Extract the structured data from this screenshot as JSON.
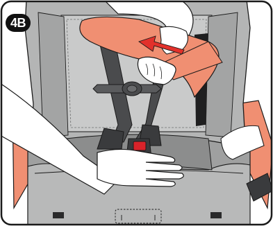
{
  "step": {
    "label": "4B"
  },
  "colors": {
    "frame_border": "#1a1a1a",
    "seat_shell": "#b4b5b5",
    "seat_shell_light": "#d6d6d6",
    "seat_shell_dark": "#8f9090",
    "seat_pad": "#9fa0a0",
    "harness_strap": "#4a4b4d",
    "harness_strap_dark": "#3a3b3d",
    "buckle_red": "#d9232a",
    "arm_orange": "#f08f72",
    "hand_fill": "#ffffff",
    "arrow_red": "#e2312b",
    "badge_fill": "#111111"
  },
  "illustration": {
    "subject": "car-seat-harness-adjustment",
    "arrow_direction": "left"
  }
}
